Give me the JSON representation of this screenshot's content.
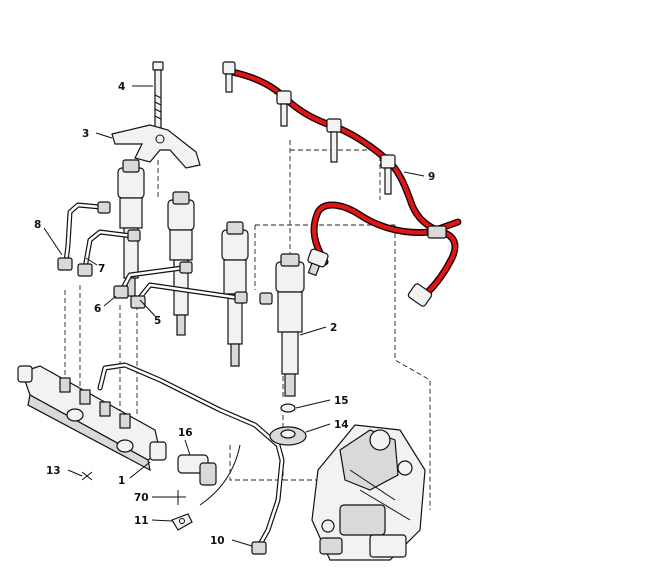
{
  "labels": {
    "l1": "1",
    "l2": "2",
    "l3": "3",
    "l4": "4",
    "l5": "5",
    "l6": "6",
    "l7": "7",
    "l8": "8",
    "l9": "9",
    "l10": "10",
    "l11": "11",
    "l13": "13",
    "l14": "14",
    "l15": "15",
    "l16": "16",
    "l70": "70"
  },
  "icons": {
    "return_line": "red-leak-off-hose",
    "pump": "high-pressure-pump",
    "rail": "common-rail"
  },
  "colors": {
    "return_line": "#e01616",
    "outline": "#111111"
  }
}
